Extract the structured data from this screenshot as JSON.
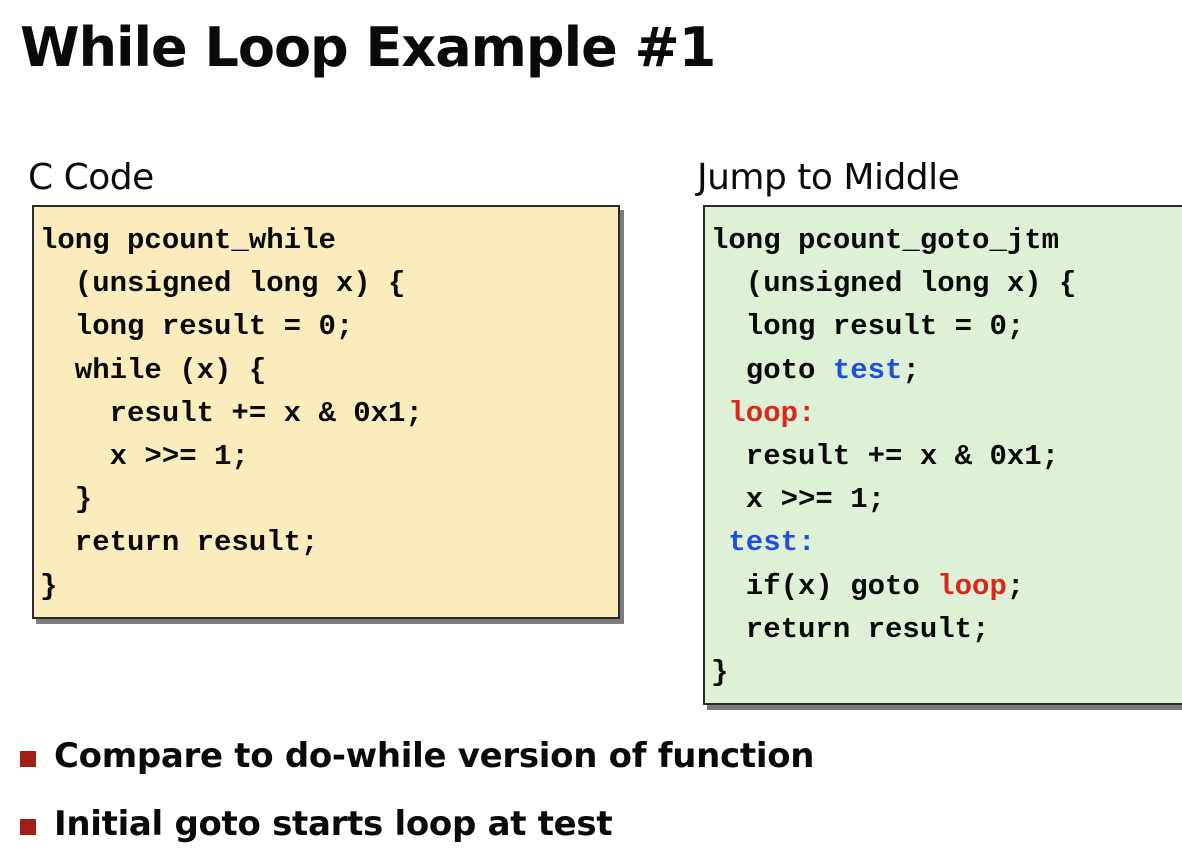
{
  "slide": {
    "title": "While Loop Example #1"
  },
  "left_panel": {
    "heading": "C Code",
    "lines": [
      [
        "long pcount_while"
      ],
      [
        "  (unsigned long x) {"
      ],
      [
        "  long result = 0;"
      ],
      [
        "  while (x) {"
      ],
      [
        "    result += x & 0x1;"
      ],
      [
        "    x >>= 1;"
      ],
      [
        "  }"
      ],
      [
        "  return result;"
      ],
      [
        "}"
      ]
    ],
    "background": "#fbecbd"
  },
  "right_panel": {
    "heading": "Jump to Middle",
    "lines": [
      [
        "long pcount_goto_jtm"
      ],
      [
        "  (unsigned long x) {"
      ],
      [
        "  long result = 0;"
      ],
      [
        "  goto ",
        "test",
        ";"
      ],
      [
        " ",
        "loop",
        ":"
      ],
      [
        "  result += x & 0x1;"
      ],
      [
        "  x >>= 1;"
      ],
      [
        " ",
        "test",
        ":"
      ],
      [
        "  if(x) goto ",
        "loop",
        ";"
      ],
      [
        "  return result;"
      ],
      [
        "}"
      ]
    ],
    "background": "#def1d6",
    "label_colors": {
      "test": "#1f4fe0",
      "loop": "#d8281c"
    }
  },
  "bullets": [
    "Compare to do-while version of function",
    "Initial goto starts loop at test"
  ],
  "colors": {
    "bullet_square": "#a31e14",
    "box_shadow": "#7d7d7d"
  }
}
